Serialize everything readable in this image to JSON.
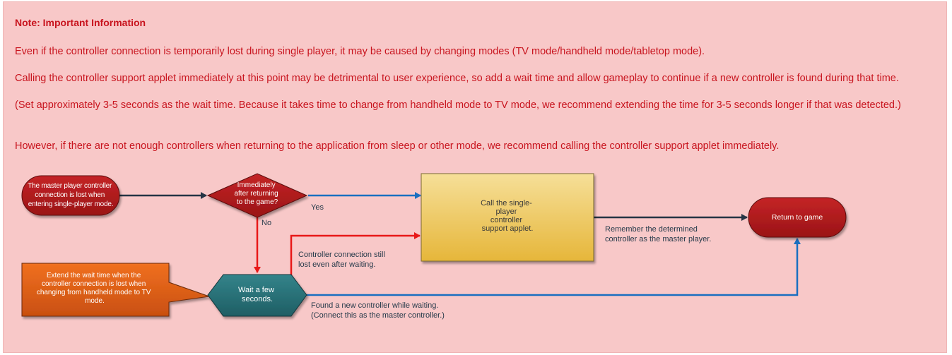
{
  "note": {
    "title": "Note: Important Information",
    "paragraphs": [
      "Even if the controller connection is temporarily lost during single player, it may be caused by changing modes (TV mode/handheld mode/tabletop mode).",
      "Calling the controller support applet immediately at this point may be detrimental to user experience, so add a wait time and allow gameplay to continue if a new controller is found during that time.",
      "(Set approximately 3-5 seconds as the wait time. Because it takes time to change from handheld mode to TV mode, we recommend extending the time for 3-5 seconds longer if that was detected.)",
      "However, if there are not enough controllers when returning to the application from sleep or other mode, we recommend calling the controller support applet immediately."
    ]
  },
  "flow": {
    "start": [
      "The master player controller",
      "connection is lost when",
      "entering single-player mode."
    ],
    "decision": [
      "Immediately",
      "after returning",
      "to the game?"
    ],
    "applet": [
      "Call the single-",
      "player",
      "controller",
      "support applet."
    ],
    "return": [
      "Return to game"
    ],
    "wait": [
      "Wait a few",
      "seconds."
    ],
    "callout": [
      "Extend the wait time when the",
      "controller connection is lost when",
      "changing from handheld mode to TV",
      "mode."
    ],
    "label_yes": "Yes",
    "label_no": "No",
    "label_still_lost": [
      "Controller connection still",
      "lost even after waiting."
    ],
    "label_remember": [
      "Remember the determined",
      "controller as the master player."
    ],
    "label_found": [
      "Found a new controller while waiting.",
      "(Connect this as the master controller.)"
    ]
  },
  "colors": {
    "background": "#f8c8c8",
    "note_text": "#c8141e",
    "terminator": "#b01a1c",
    "applet_fill": "#f0d070",
    "wait_fill": "#2b7378",
    "callout_fill": "#e06018",
    "arrow_blue": "#1a6fc0",
    "arrow_red": "#e81818",
    "arrow_dark": "#253545",
    "label_text": "#263a4a"
  }
}
